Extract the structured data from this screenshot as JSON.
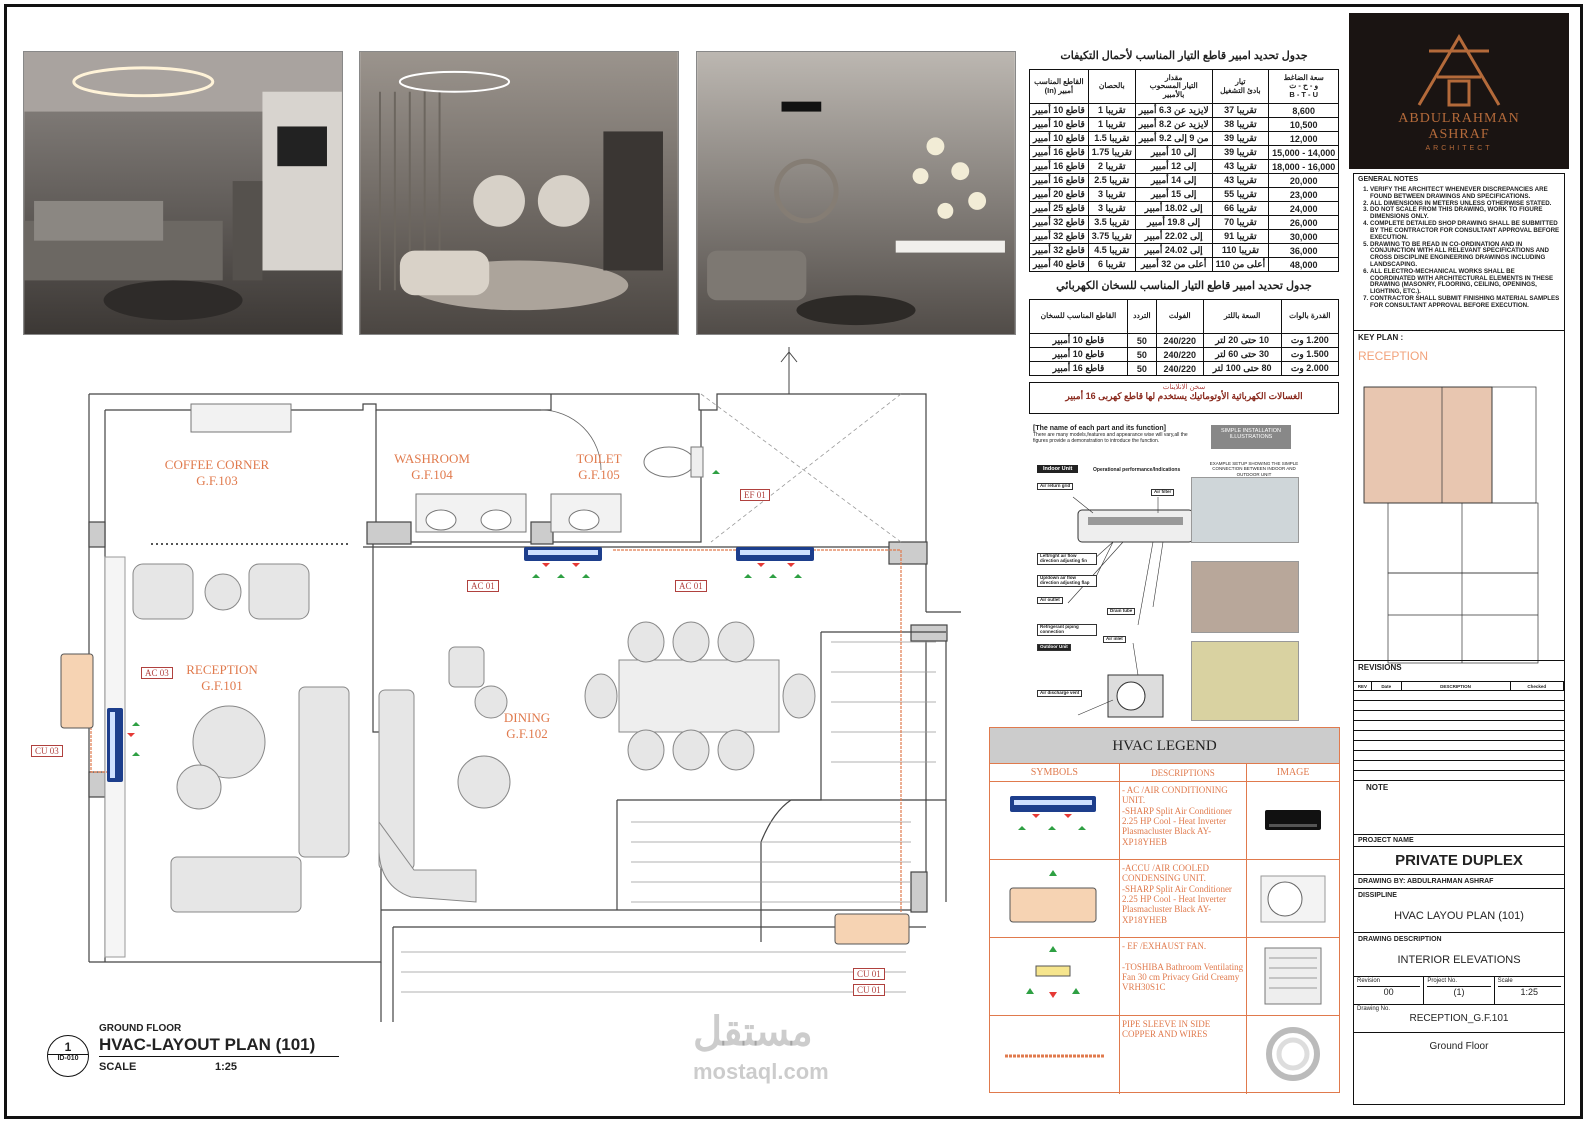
{
  "logo": {
    "name_line1": "ABDULRAHMAN",
    "name_line2": "ASHRAF",
    "subtitle": "ARCHITECT"
  },
  "table1": {
    "title": "جدول تحديد امبير قاطع التيار المناسب لأحمال التكيفات",
    "headers": [
      "سعة الضاغط\nو - ح - ت\nB - T - U",
      "تيار\nبادئ التشغيل",
      "مقدار\nالتيار المسحوب\nبالأمبير",
      "بالحصان",
      "القاطع المناسب\nأمبير (In)"
    ],
    "rows": [
      [
        "8,600",
        "تقريبا 37",
        "لايزيد عن 6.3 أمبير",
        "تقريبا 1",
        "قاطع 10 أمبير"
      ],
      [
        "10,500",
        "تقريبا 38",
        "لايزيد عن 8.2 أمبير",
        "تقريبا 1",
        "قاطع 10 أمبير"
      ],
      [
        "12,000",
        "تقريبا 39",
        "من 9 إلى 9.2 أمبير",
        "تقريبا 1.5",
        "قاطع 10 أمبير"
      ],
      [
        "14,000 - 15,000",
        "تقريبا 39",
        "إلى 10 أمبير",
        "تقريبا 1.75",
        "قاطع 16 أمبير"
      ],
      [
        "16,000 - 18,000",
        "تقريبا 43",
        "إلى 12 أمبير",
        "تقريبا 2",
        "قاطع 16 أمبير"
      ],
      [
        "20,000",
        "تقريبا 43",
        "إلى 14 أمبير",
        "تقريبا 2.5",
        "قاطع 16 أمبير"
      ],
      [
        "23,000",
        "تقريبا 55",
        "إلى 15 أمبير",
        "تقريبا 3",
        "قاطع 20 أمبير"
      ],
      [
        "24,000",
        "تقريبا 66",
        "إلى 18.02 أمبير",
        "تقريبا 3",
        "قاطع 25 أمبير"
      ],
      [
        "26,000",
        "تقريبا 70",
        "إلى 19.8 أمبير",
        "تقريبا 3.5",
        "قاطع 32 أمبير"
      ],
      [
        "30,000",
        "تقريبا 91",
        "إلى 22.02 أمبير",
        "تقريبا 3.75",
        "قاطع 32 أمبير"
      ],
      [
        "36,000",
        "تقريبا 110",
        "إلى 24.02 أمبير",
        "تقريبا 4.5",
        "قاطع 32 أمبير"
      ],
      [
        "48,000",
        "أعلى من 110",
        "أعلى من 32 أمبير",
        "تقريبا 6",
        "قاطع 40 أمبير"
      ]
    ]
  },
  "table2": {
    "title": "جدول تحديد امبير قاطع التيار المناسب للسخان الكهربائي",
    "headers": [
      "القدرة بالوات",
      "السعة باللتر",
      "الفولت",
      "التردد",
      "القاطع المناسب للسخان"
    ],
    "rows": [
      [
        "1.200 وت",
        "10 حتى 20 لتر",
        "240/220",
        "50",
        "قاطع 10 أمبير"
      ],
      [
        "1.500 وت",
        "30 حتى 60 لتر",
        "240/220",
        "50",
        "قاطع 10 أمبير"
      ],
      [
        "2.000 وت",
        "80 حتى 100 لتر",
        "240/220",
        "50",
        "قاطع 16 أمبير"
      ]
    ],
    "note_title": "سخن الانلاينات",
    "note": "الغسالات الكهربائية الأوتوماتيك يستخدم لها قاطع كهربى 16 أمبير"
  },
  "manual": {
    "title": "[The name of each part and its function]",
    "intro": "There are many models,features and appearance wise will vary,all the figures provide a demonstration to introduce the function.",
    "badge": "SIMPLE INSTALLATION ILLUSTRATIONS",
    "example": "EXAMPLE SETUP SHOWING THE SIMPLE CONNECTION BETWEEN INDOOR AND OUTDOOR UNIT",
    "indoor": "Indoor Unit",
    "ops": "Operational performance/Indications",
    "labels": [
      "Air return grid",
      "Air filter",
      "Left/right air flow direction adjusting fin",
      "Up/down air flow direction adjusting flap",
      "Air outlet",
      "Drain tube",
      "Refrigerant piping connection",
      "Air inlet",
      "Outdoor Unit",
      "Air discharge vent"
    ]
  },
  "rooms": [
    {
      "name": "COFFEE CORNER",
      "code": "G.F.103"
    },
    {
      "name": "WASHROOM",
      "code": "G.F.104"
    },
    {
      "name": "TOILET",
      "code": "G.F.105"
    },
    {
      "name": "RECEPTION",
      "code": "G.F.101"
    },
    {
      "name": "DINING",
      "code": "G.F.102"
    }
  ],
  "tags": {
    "ac1a": "AC 01",
    "ac1b": "AC 01",
    "ac3": "AC 03",
    "cu3": "CU 03",
    "ef1": "EF 01",
    "cu1a": "CU 01",
    "cu1b": "CU 01"
  },
  "drawing_label": {
    "number": "1",
    "sheet": "ID-010",
    "floor": "GROUND FLOOR",
    "title": "HVAC-LAYOUT PLAN (101)",
    "scale_label": "SCALE",
    "scale": "1:25"
  },
  "legend": {
    "title": "HVAC LEGEND",
    "col_symbols": "SYMBOLS",
    "col_desc": "DESCRIPTIONS",
    "col_image": "IMAGE",
    "rows": [
      "- AC /AIR CONDITIONING UNIT.\n-SHARP Split Air Conditioner 2.25 HP Cool - Heat Inverter Plasmacluster Black AY-XP18YHEB",
      "-ACCU /AIR COOLED CONDENSING UNIT.\n-SHARP Split Air Conditioner 2.25 HP Cool - Heat Inverter Plasmacluster Black AY-XP18YHEB",
      "- EF /EXHAUST FAN.\n\n-TOSHIBA Bathroom Ventilating Fan 30 cm Privacy Grid Creamy VRH30S1C",
      "PIPE SLEEVE IN SIDE COPPER AND WIRES"
    ]
  },
  "watermark": {
    "arabic": "مستقل",
    "latin": "mostaql.com"
  },
  "title_block": {
    "general_notes_title": "GENERAL NOTES",
    "notes": [
      "VERIFY THE ARCHITECT WHENEVER DISCREPANCIES ARE FOUND BETWEEN DRAWINGS AND SPECIFICATIONS.",
      "ALL DIMENSIONS IN METERS UNLESS OTHERWISE STATED.",
      "DO NOT SCALE FROM THIS DRAWING, WORK TO FIGURE DIMENSIONS ONLY.",
      "COMPLETE DETAILED SHOP DRAWING SHALL BE SUBMITTED BY THE CONTRACTOR FOR CONSULTANT APPROVAL BEFORE EXECUTION.",
      "DRAWING TO BE READ IN CO-ORDINATION AND IN CONJUNCTION WITH ALL RELEVANT SPECIFICATIONS AND CROSS DISCIPLINE ENGINEERING DRAWINGS INCLUDING LANDSCAPING.",
      "ALL ELECTRO-MECHANICAL WORKS SHALL BE COORDINATED WITH ARCHITECTURAL ELEMENTS IN THESE DRAWING (MASONRY, FLOORING, CEILING, OPENINGS, LIGHTING, ETC.).",
      "CONTRACTOR SHALL SUBMIT FINISHING MATERIAL SAMPLES FOR CONSULTANT APPROVAL BEFORE EXECUTION."
    ],
    "key_plan": "KEY PLAN :",
    "key_plan_highlight": "RECEPTION",
    "revisions": "REVISIONS",
    "rev_cols": [
      "REV",
      "Date",
      "DESCRIPTION",
      "Checked"
    ],
    "note": "NOTE",
    "project_name_label": "PROJECT NAME",
    "project_name": "PRIVATE DUPLEX",
    "drawn_by": "DRAWING BY:  ABDULRAHMAN ASHRAF",
    "discipline_label": "DISSIPLINE",
    "discipline": "HVAC LAYOU PLAN (101)",
    "description_label": "DRAWING DESCRIPTION",
    "description": "INTERIOR ELEVATIONS",
    "revision_label": "Revision",
    "revision": "00",
    "project_no_label": "Project No.",
    "project_no": "(1)",
    "scale_label": "Scale",
    "scale": "1:25",
    "drawing_no_label": "Drawing No.",
    "drawing_no": "RECEPTION_G.F.101",
    "floor": "Ground Floor"
  },
  "colors": {
    "accent": "#e07a4d",
    "tag": "#b0413e",
    "logo_bg": "#1a1412",
    "logo_gold": "#b46a3a",
    "cu_fill": "#f6d3b3",
    "ac_fill": "#1d3e8c"
  }
}
